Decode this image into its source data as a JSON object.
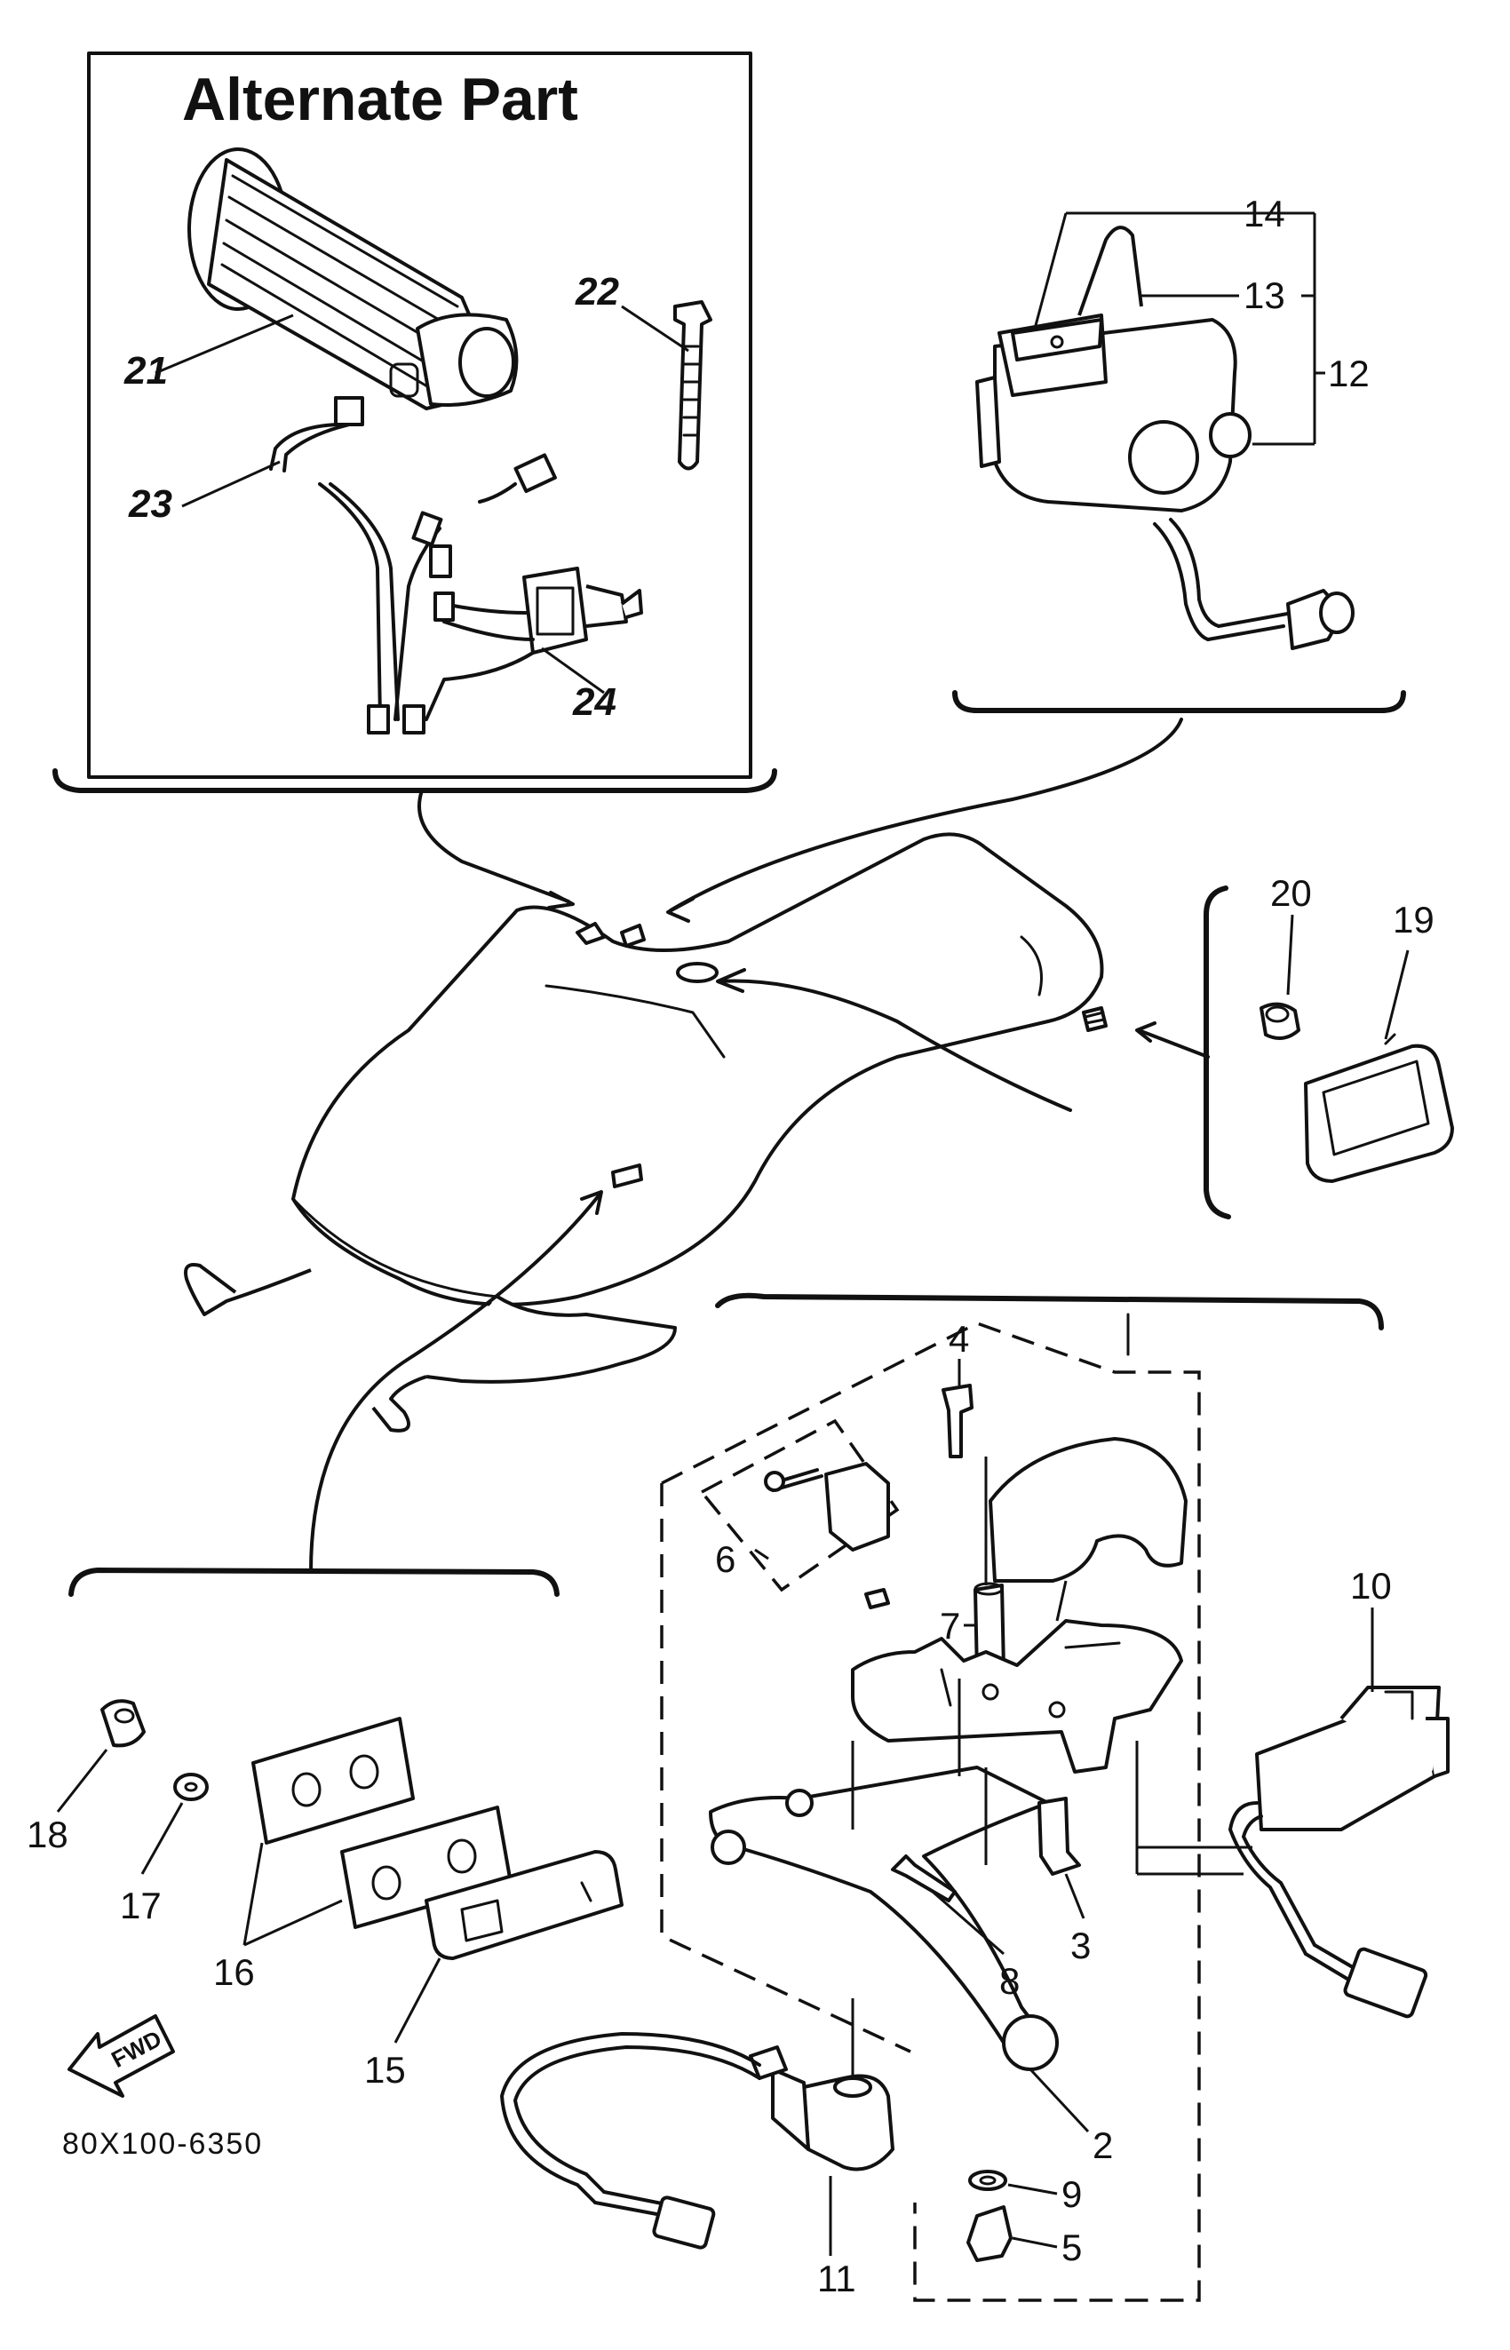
{
  "inset_title": "Alternate Part",
  "diagram_code": "80X100-6350",
  "fwd_label": "FWD",
  "callouts": {
    "c2": "2",
    "c3": "3",
    "c4": "4",
    "c5": "5",
    "c6": "6",
    "c7": "7",
    "c8": "8",
    "c9": "9",
    "c10": "10",
    "c11": "11",
    "c12": "12",
    "c13": "13",
    "c14": "14",
    "c15": "15",
    "c16": "16",
    "c17": "17",
    "c18": "18",
    "c19": "19",
    "c20": "20",
    "c21": "21",
    "c22": "22",
    "c23": "23",
    "c24": "24"
  }
}
